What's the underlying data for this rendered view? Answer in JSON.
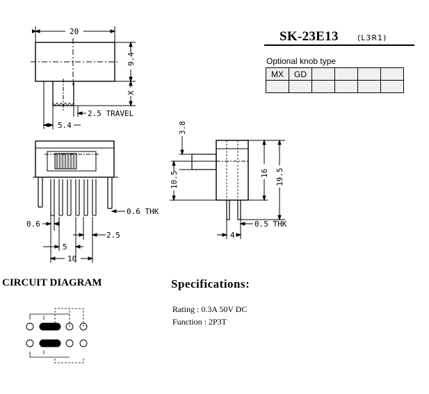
{
  "part_number": "SK-23E13",
  "part_suffix": "(L3R1)",
  "knob_section": {
    "title": "Optional knob type",
    "row1": [
      "MX",
      "GD",
      "",
      "",
      "",
      ""
    ],
    "row2": [
      "",
      "",
      "",
      "",
      "",
      ""
    ]
  },
  "dimensions": {
    "width_20": "20",
    "height_9_4": "9.4",
    "knob_x": "X",
    "travel": "2.5 TRAVEL",
    "knob_offset": "5.4",
    "pin_0_6": "0.6",
    "pin_thk": "0.6 THK",
    "pitch_2_5": "2.5",
    "span_5": "5",
    "span_10": "10",
    "side_3_8": "3.8",
    "side_10_5": "10.5",
    "side_16": "16",
    "side_19_5": "19.5",
    "side_thk": "0.5 THK",
    "side_4": "4"
  },
  "circuit": {
    "title": "CIRCUIT DIAGRAM"
  },
  "specifications": {
    "title": "Specifications:",
    "rating": "Rating : 0.3A 50V DC",
    "function": "Function : 2P3T"
  }
}
